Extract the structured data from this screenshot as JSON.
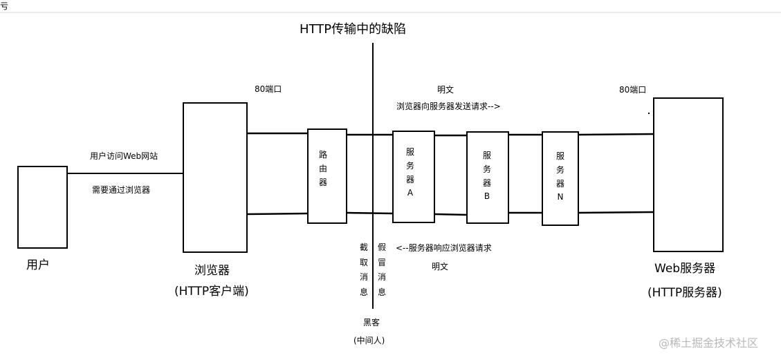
{
  "title": "HTTP传输中的缺陷",
  "colors": {
    "line": "#000000",
    "background": "#ffffff",
    "watermark": "#b9b9b9"
  },
  "top_mark": "亏",
  "port_left": "80端口",
  "port_right": "80端口",
  "plaintext_top": "明文",
  "request_arrow": "浏览器向服务器发送请求-->",
  "user_access": "用户访问Web网站",
  "need_browser": "需要通过浏览器",
  "response_arrow": "<--服务器响应浏览器请求",
  "plaintext_bottom": "明文",
  "user_label": "用户",
  "browser_label": "浏览器",
  "browser_sub": "(HTTP客户端)",
  "web_server_label": "Web服务器",
  "web_server_sub": "(HTTP服务器)",
  "router_text": "路由器",
  "server_a_text": "服务器A",
  "server_b_text": "服务器B",
  "server_n_text": "服务器N",
  "intercept_text": "截取消息",
  "fake_text": "假冒消息",
  "hacker_label": "黑客",
  "hacker_sub": "(中间人)",
  "watermark": "@稀土掘金技术社区"
}
